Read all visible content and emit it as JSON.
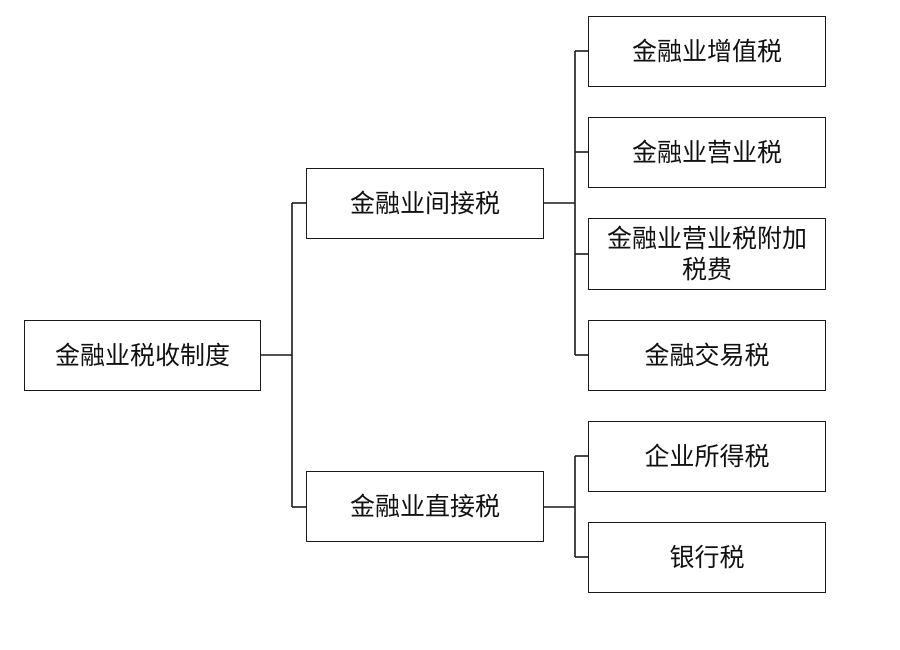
{
  "diagram": {
    "root": {
      "label": "金融业税收制度"
    },
    "branches": [
      {
        "label": "金融业间接税",
        "children": [
          {
            "label": "金融业增值税"
          },
          {
            "label": "金融业营业税"
          },
          {
            "label_line1": "金融业营业税附加",
            "label_line2": "税费"
          },
          {
            "label": "金融交易税"
          }
        ]
      },
      {
        "label": "金融业直接税",
        "children": [
          {
            "label": "企业所得税"
          },
          {
            "label": "银行税"
          }
        ]
      }
    ],
    "colors": {
      "line": "#1a1a1a",
      "text": "#111111",
      "background": "#ffffff"
    }
  }
}
